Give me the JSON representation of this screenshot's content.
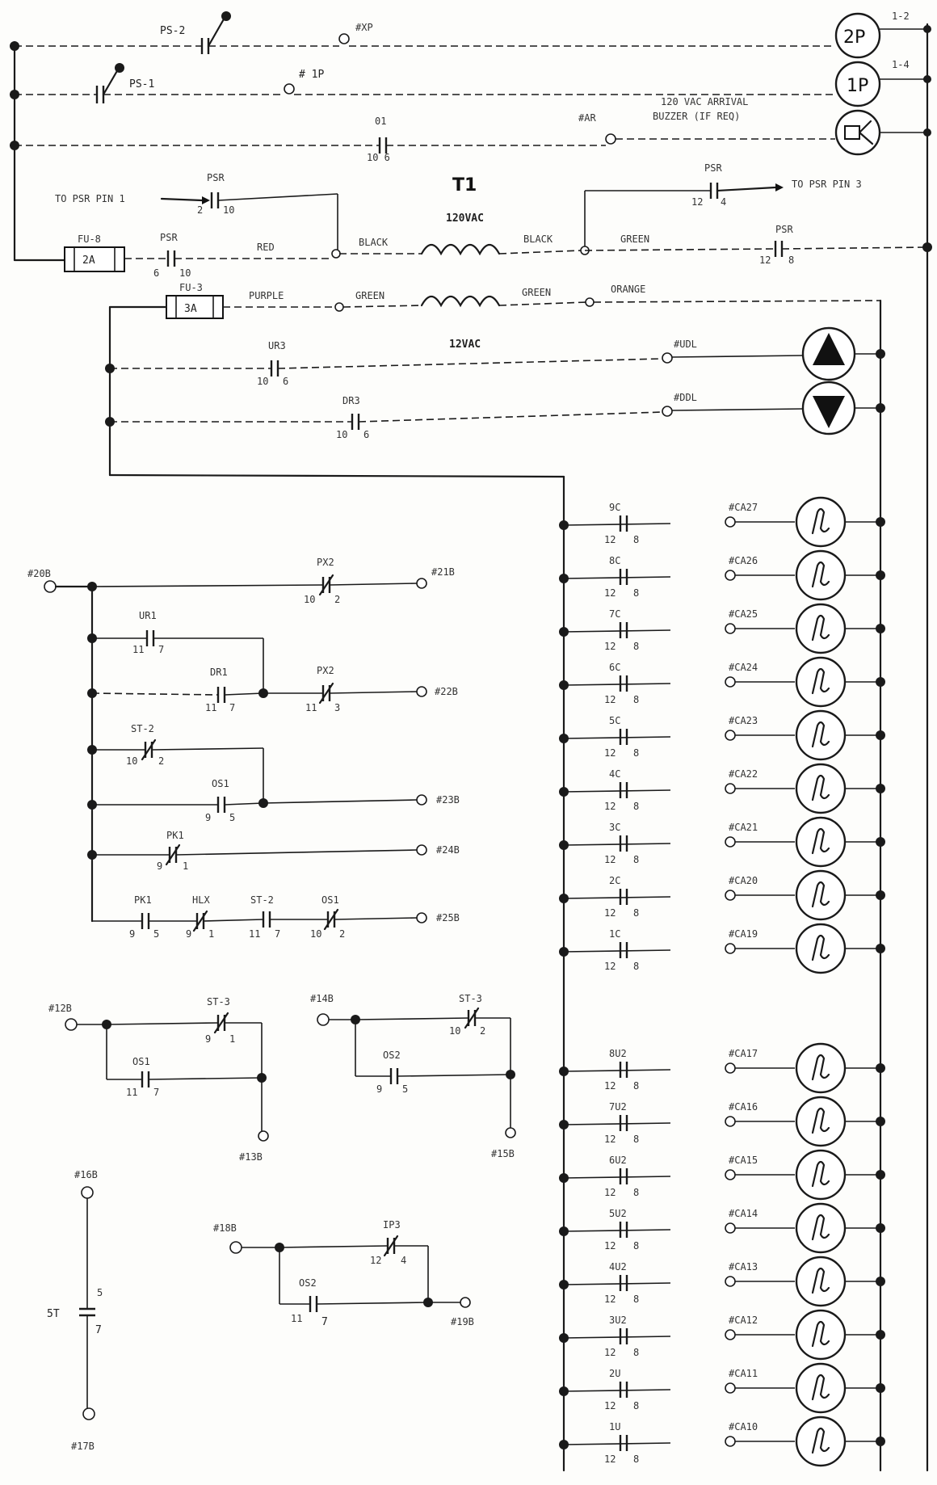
{
  "top_rungs": {
    "ps2": {
      "contact": "PS-2",
      "terminal": "#XP",
      "lamp": "2P",
      "ref": "1-2"
    },
    "ps1": {
      "contact": "PS-1",
      "terminal": "# 1P",
      "lamp": "1P",
      "ref": "1-4"
    },
    "buzzer": {
      "contact": "01",
      "pins": "10   6",
      "terminal": "#AR",
      "note1": "120 VAC ARRIVAL",
      "note2": "BUZZER (IF REQ)"
    }
  },
  "transformer": {
    "name": "T1",
    "primary": "120VAC",
    "secondary": "12VAC",
    "fuse1": {
      "name": "FU-8",
      "rating": "2A"
    },
    "fuse2": {
      "name": "FU-3",
      "rating": "3A"
    },
    "psr_a": {
      "name": "PSR",
      "pins_l": "2",
      "pins_r": "10"
    },
    "psr_b": {
      "name": "PSR",
      "pins_l": "6",
      "pins_r": "10"
    },
    "psr_c": {
      "name": "PSR",
      "pins_l": "12",
      "pins_r": "4"
    },
    "psr_d": {
      "name": "PSR",
      "pins_l": "12",
      "pins_r": "8"
    },
    "to_pin1": "TO PSR PIN 1",
    "to_pin3": "TO PSR PIN 3",
    "wires": {
      "red": "RED",
      "black1": "BLACK",
      "black2": "BLACK",
      "green1": "GREEN",
      "purple": "PURPLE",
      "green2": "GREEN",
      "green3": "GREEN",
      "orange": "ORANGE"
    }
  },
  "direction_rungs": [
    {
      "contact": "UR3",
      "pins_l": "10",
      "pins_r": "6",
      "terminal": "#UDL"
    },
    {
      "contact": "DR3",
      "pins_l": "10",
      "pins_r": "6",
      "terminal": "#DDL"
    }
  ],
  "car_lamps": [
    {
      "contact": "9C",
      "pl": "12",
      "pr": "8",
      "terminal": "#CA27"
    },
    {
      "contact": "8C",
      "pl": "12",
      "pr": "8",
      "terminal": "#CA26"
    },
    {
      "contact": "7C",
      "pl": "12",
      "pr": "8",
      "terminal": "#CA25"
    },
    {
      "contact": "6C",
      "pl": "12",
      "pr": "8",
      "terminal": "#CA24"
    },
    {
      "contact": "5C",
      "pl": "12",
      "pr": "8",
      "terminal": "#CA23"
    },
    {
      "contact": "4C",
      "pl": "12",
      "pr": "8",
      "terminal": "#CA22"
    },
    {
      "contact": "3C",
      "pl": "12",
      "pr": "8",
      "terminal": "#CA21"
    },
    {
      "contact": "2C",
      "pl": "12",
      "pr": "8",
      "terminal": "#CA20"
    },
    {
      "contact": "1C",
      "pl": "12",
      "pr": "8",
      "terminal": "#CA19"
    }
  ],
  "hall_lamps": [
    {
      "contact": "8U2",
      "pl": "12",
      "pr": "8",
      "terminal": "#CA17"
    },
    {
      "contact": "7U2",
      "pl": "12",
      "pr": "8",
      "terminal": "#CA16"
    },
    {
      "contact": "6U2",
      "pl": "12",
      "pr": "8",
      "terminal": "#CA15"
    },
    {
      "contact": "5U2",
      "pl": "12",
      "pr": "8",
      "terminal": "#CA14"
    },
    {
      "contact": "4U2",
      "pl": "12",
      "pr": "8",
      "terminal": "#CA13"
    },
    {
      "contact": "3U2",
      "pl": "12",
      "pr": "8",
      "terminal": "#CA12"
    },
    {
      "contact": "2U",
      "pl": "12",
      "pr": "8",
      "terminal": "#CA11"
    },
    {
      "contact": "1U",
      "pl": "12",
      "pr": "8",
      "terminal": "#CA10"
    }
  ],
  "logic": {
    "t20b": "#20B",
    "t21b": "#21B",
    "t22b": "#22B",
    "t23b": "#23B",
    "t24b": "#24B",
    "t25b": "#25B",
    "px2a": {
      "name": "PX2",
      "pl": "10",
      "pr": "2"
    },
    "ur1": {
      "name": "UR1",
      "pl": "11",
      "pr": "7"
    },
    "dr1": {
      "name": "DR1",
      "pl": "11",
      "pr": "7"
    },
    "px2b": {
      "name": "PX2",
      "pl": "11",
      "pr": "3"
    },
    "st2a": {
      "name": "ST-2",
      "pl": "10",
      "pr": "2"
    },
    "os1a": {
      "name": "OS1",
      "pl": "9",
      "pr": "5"
    },
    "pk1a": {
      "name": "PK1",
      "pl": "9",
      "pr": "1"
    },
    "pk1b": {
      "name": "PK1",
      "pl": "9",
      "pr": "5"
    },
    "hlx": {
      "name": "HLX",
      "pl": "9",
      "pr": "1"
    },
    "st2b": {
      "name": "ST-2",
      "pl": "11",
      "pr": "7"
    },
    "os1b": {
      "name": "OS1",
      "pl": "10",
      "pr": "2"
    }
  },
  "block12": {
    "t_in": "#12B",
    "t_out": "#13B",
    "st3": {
      "name": "ST-3",
      "pl": "9",
      "pr": "1"
    },
    "os1": {
      "name": "OS1",
      "pl": "11",
      "pr": "7"
    }
  },
  "block14": {
    "t_in": "#14B",
    "t_out": "#15B",
    "st3": {
      "name": "ST-3",
      "pl": "10",
      "pr": "2"
    },
    "os2": {
      "name": "OS2",
      "pl": "9",
      "pr": "5"
    }
  },
  "block16": {
    "t_top": "#16B",
    "t_bot": "#17B",
    "name": "5T",
    "pt": "5",
    "pb": "7"
  },
  "block18": {
    "t_in": "#18B",
    "t_out": "#19B",
    "ip3": {
      "name": "IP3",
      "pl": "12",
      "pr": "4"
    },
    "os2": {
      "name": "OS2",
      "pl": "11",
      "pr": "7"
    }
  }
}
